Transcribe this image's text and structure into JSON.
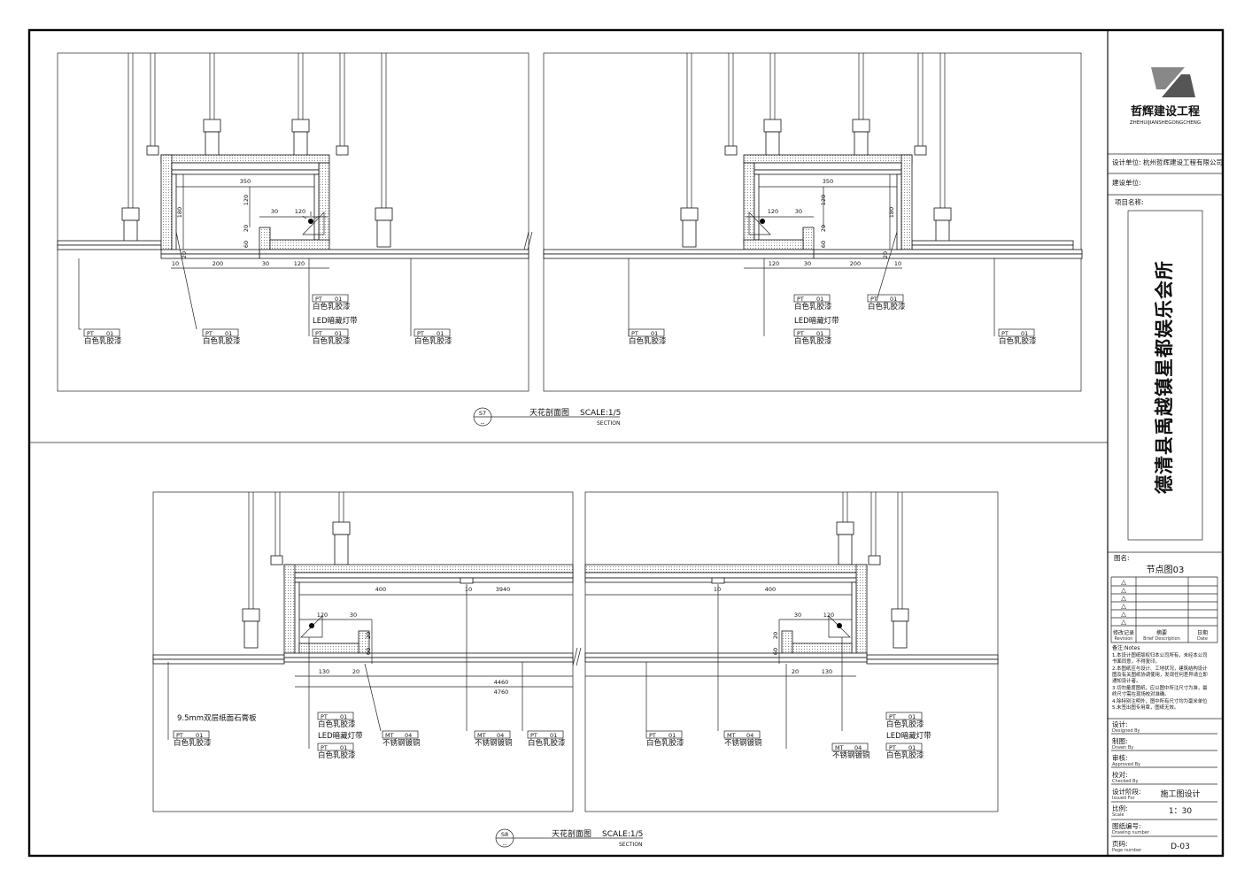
{
  "company": {
    "name_cn": "哲辉建设工程",
    "name_en": "ZHEHUIJIANSHEGONGCHENG",
    "logo_icon": "zh-monogram-logo-icon"
  },
  "title_block": {
    "design_unit_label": "设计单位:",
    "design_unit_value": "杭州哲辉建设工程有限公司",
    "client_label": "建设单位:",
    "project_label": "项目名称:",
    "project_name": "德清县禹越镇星都娱乐会所",
    "drawing_name_label": "图名:",
    "drawing_name": "节点图03",
    "revision_symbol": "△",
    "revision_cols": [
      "修改记录",
      "摘要",
      "日期"
    ],
    "revision_cols_en": [
      "Revision",
      "Brief Description",
      "Date"
    ],
    "notes_title": "备注:Notes",
    "notes": [
      "1.本设计图纸版权归本公司所有，未经本公司",
      "书面同意，不得复印。",
      "2.本图纸应与设计、工地状况，建筑结构设计",
      "图及有关图纸协调使用，发现任何差异请立即",
      "通知设计者。",
      "3.切勿量度图纸，应以图中所注尺寸为准，最",
      "终尺寸需在现场校对准确。",
      "4.除特别注明外，图中所有尺寸均为毫米单位",
      "5.未签出图专用章，图纸无效。"
    ],
    "rows": [
      {
        "label": "设计:",
        "label_en": "Designed By",
        "value": ""
      },
      {
        "label": "制图:",
        "label_en": "Drawn By",
        "value": ""
      },
      {
        "label": "审核:",
        "label_en": "Approved By",
        "value": ""
      },
      {
        "label": "校对:",
        "label_en": "Checked By",
        "value": ""
      },
      {
        "label": "设计阶段:",
        "label_en": "Issued For",
        "value": "施工图设计"
      },
      {
        "label": "比例:",
        "label_en": "Scale",
        "value": "1：30"
      },
      {
        "label": "图纸编号:",
        "label_en": "Drawing number",
        "value": ""
      },
      {
        "label": "页码:",
        "label_en": "Page number",
        "value": "D-03"
      }
    ]
  },
  "sections": [
    {
      "id": "S7",
      "sub": "--",
      "title": "天花剖面图",
      "scale": "SCALE:1/5",
      "label_en": "SECTION",
      "left_dims": {
        "top": "350",
        "height": "180",
        "a": "120",
        "b": "30",
        "c": "20",
        "d": "60",
        "e": "120",
        "f": "200",
        "g": "10",
        "h": "30",
        "i": "20",
        "j": "120"
      },
      "right_dims": {
        "top": "350",
        "height": "180",
        "a": "120",
        "b": "30",
        "c": "20",
        "d": "60",
        "e": "120",
        "f": "200",
        "g": "10",
        "h": "30",
        "i": "20",
        "j": "120"
      }
    },
    {
      "id": "S8",
      "sub": "--",
      "title": "天花剖面图",
      "scale": "SCALE:1/5",
      "label_en": "SECTION",
      "dims": {
        "d400": "400",
        "d3940": "3940",
        "d10": "10",
        "d120": "120",
        "d30": "30",
        "d20": "20",
        "d60": "60",
        "d130": "130",
        "d4460": "4460",
        "d4760": "4760"
      }
    }
  ],
  "materials": {
    "pt_code": "PT",
    "pt_num": "01",
    "pt_name": "白色乳胶漆",
    "mt_code": "MT",
    "mt_num": "04",
    "mt_name": "不锈钢镀铜",
    "led": "LED暗藏灯带",
    "gypsum": "9.5mm双层纸面石膏板"
  }
}
